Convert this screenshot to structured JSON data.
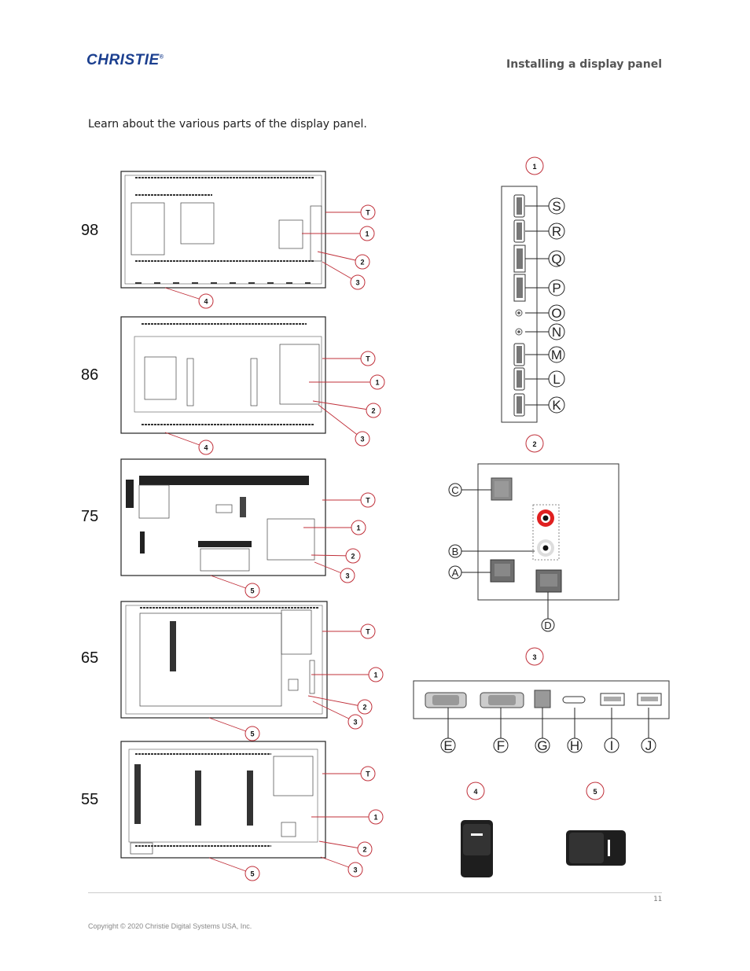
{
  "header": {
    "logo_text": "CHRISTIE",
    "logo_mark": "®",
    "section_title": "Installing a display panel"
  },
  "intro_text": "Learn about the various parts of the display panel.",
  "models": [
    {
      "label": "98",
      "callouts": [
        "T",
        "1",
        "2",
        "3",
        "4"
      ]
    },
    {
      "label": "86",
      "callouts": [
        "T",
        "1",
        "2",
        "3",
        "4"
      ]
    },
    {
      "label": "75",
      "callouts": [
        "T",
        "1",
        "2",
        "3",
        "5"
      ]
    },
    {
      "label": "65",
      "callouts": [
        "T",
        "1",
        "2",
        "3",
        "5"
      ]
    },
    {
      "label": "55",
      "callouts": [
        "T",
        "1",
        "2",
        "3",
        "5"
      ]
    }
  ],
  "detail_panels": {
    "panel1": {
      "number": "1",
      "ports": [
        "S",
        "R",
        "Q",
        "P",
        "O",
        "N",
        "M",
        "L",
        "K"
      ]
    },
    "panel2": {
      "number": "2",
      "ports": [
        "C",
        "B",
        "A",
        "D"
      ]
    },
    "panel3": {
      "number": "3",
      "ports": [
        "E",
        "F",
        "G",
        "H",
        "I",
        "J"
      ]
    },
    "panel4": {
      "number": "4"
    },
    "panel5": {
      "number": "5"
    }
  },
  "colors": {
    "logo": "#1b3f8f",
    "callout_line": "#c0303a",
    "rca_red": "#e02020"
  },
  "footer": {
    "page_number": "11",
    "copyright": "Copyright © 2020 Christie Digital Systems USA, Inc."
  }
}
